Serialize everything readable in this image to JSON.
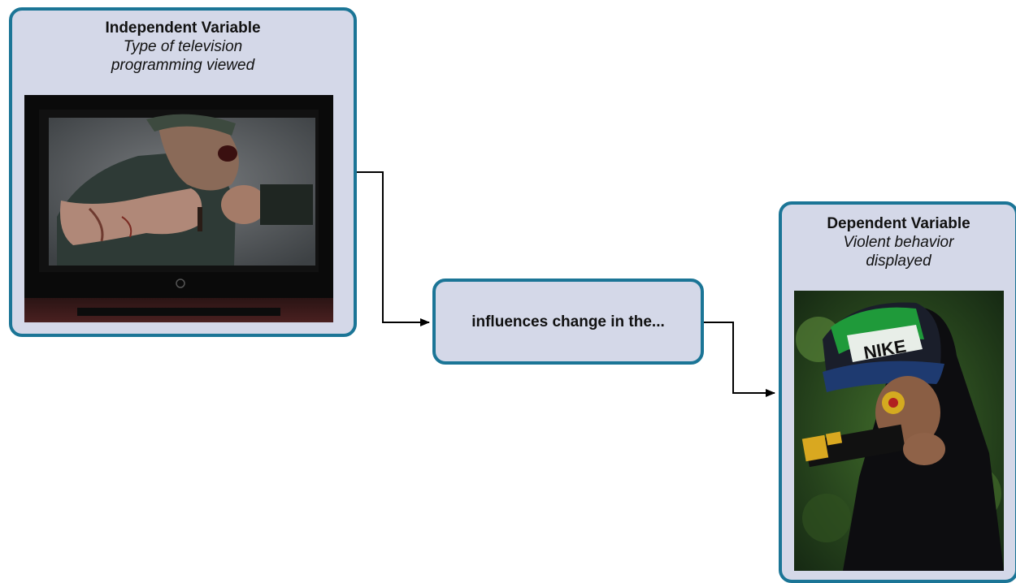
{
  "independent": {
    "title": "Independent Variable",
    "subtitle_line1": "Type of television",
    "subtitle_line2": "programming viewed",
    "image": "television-violence-photo"
  },
  "connector": {
    "label": "influences change in the..."
  },
  "dependent": {
    "title": "Dependent Variable",
    "subtitle_line1": "Violent behavior",
    "subtitle_line2": "displayed",
    "image": "child-toy-gun-photo"
  },
  "colors": {
    "box_fill": "#d4d8e8",
    "box_border": "#1b7596",
    "arrow": "#000000"
  }
}
